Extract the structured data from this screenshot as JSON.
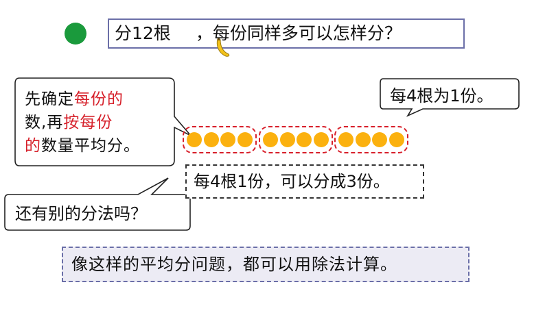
{
  "question": {
    "prefix": "分12根",
    "suffix": "，每份同样多可以怎样分？"
  },
  "left_bubble": {
    "line1_plain": "先确定",
    "line1_red": "每份的",
    "line2_plain": "数,再",
    "line2_red": "按每份",
    "line3_red": "的",
    "line3_plain": "数量平均分。"
  },
  "right_bubble": {
    "text": "每4根为1份。"
  },
  "groups": [
    {
      "items": 4
    },
    {
      "items": 4
    },
    {
      "items": 4
    }
  ],
  "answer": {
    "text": "每4根1份，可以分成3份。"
  },
  "bottom_bubble": {
    "text": "还有别的分法吗？"
  },
  "conclusion": {
    "text": "像这样的平均分问题，都可以用除法计算。"
  },
  "colors": {
    "accent_red": "#d6202a",
    "dot_orange": "#fbb10f",
    "green": "#1a9a3c",
    "box_border": "#6b6fa8",
    "conclusion_bg": "#ecebf4"
  },
  "icons": [
    "green-dot",
    "banana-icon"
  ]
}
